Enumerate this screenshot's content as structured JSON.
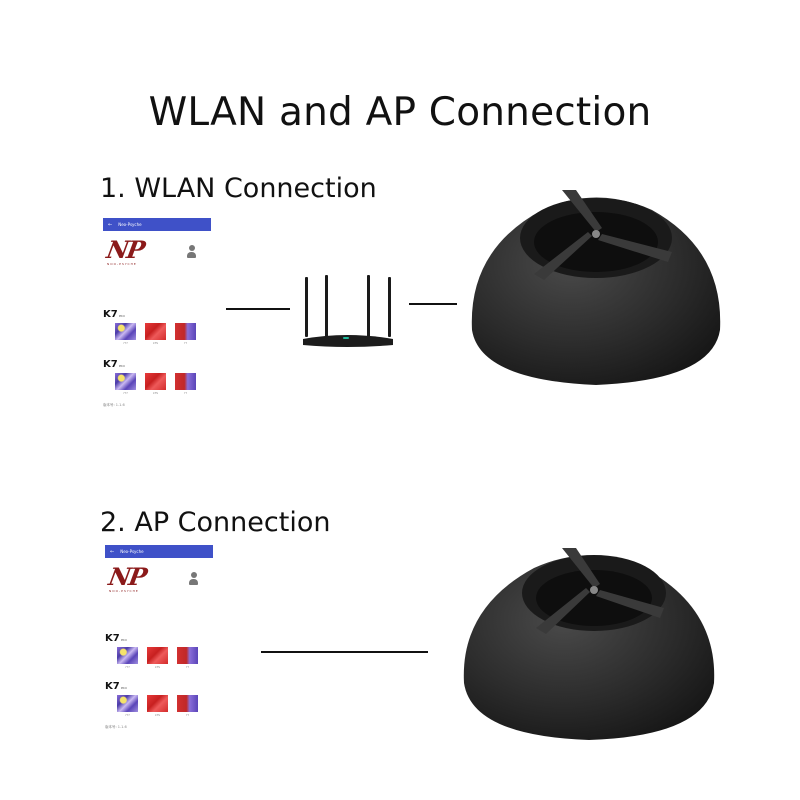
{
  "page": {
    "title": "WLAN and AP Connection"
  },
  "sections": [
    {
      "title": "1. WLAN Connection",
      "connection_type": "WLAN",
      "path": [
        "app",
        "router",
        "device"
      ]
    },
    {
      "title": "2. AP Connection",
      "connection_type": "AP",
      "path": [
        "app",
        "device"
      ]
    }
  ],
  "app_screen": {
    "appbar_back_icon": "back-arrow-icon",
    "appbar_title": "Neo-Psyche",
    "logo_text": "NP",
    "logo_subtitle": "NOO-PSYCHE",
    "user_icon": "person-icon",
    "devices": [
      {
        "name": "K7",
        "suffix": "PRO",
        "thumbnails": [
          {
            "color": "purple",
            "caption": "???"
          },
          {
            "color": "red",
            "caption": "LTS"
          },
          {
            "color": "mixed",
            "caption": "??"
          }
        ]
      },
      {
        "name": "K7",
        "suffix": "PRO",
        "thumbnails": [
          {
            "color": "purple",
            "caption": "???"
          },
          {
            "color": "red",
            "caption": "LTS"
          },
          {
            "color": "mixed",
            "caption": "??"
          }
        ]
      }
    ],
    "footer": "版本号: 1.1.6"
  },
  "colors": {
    "appbar": "#3f51c8",
    "logo": "#8b1a1a",
    "device_body": "#2a2a2a",
    "router_led": "#1fb89a"
  }
}
